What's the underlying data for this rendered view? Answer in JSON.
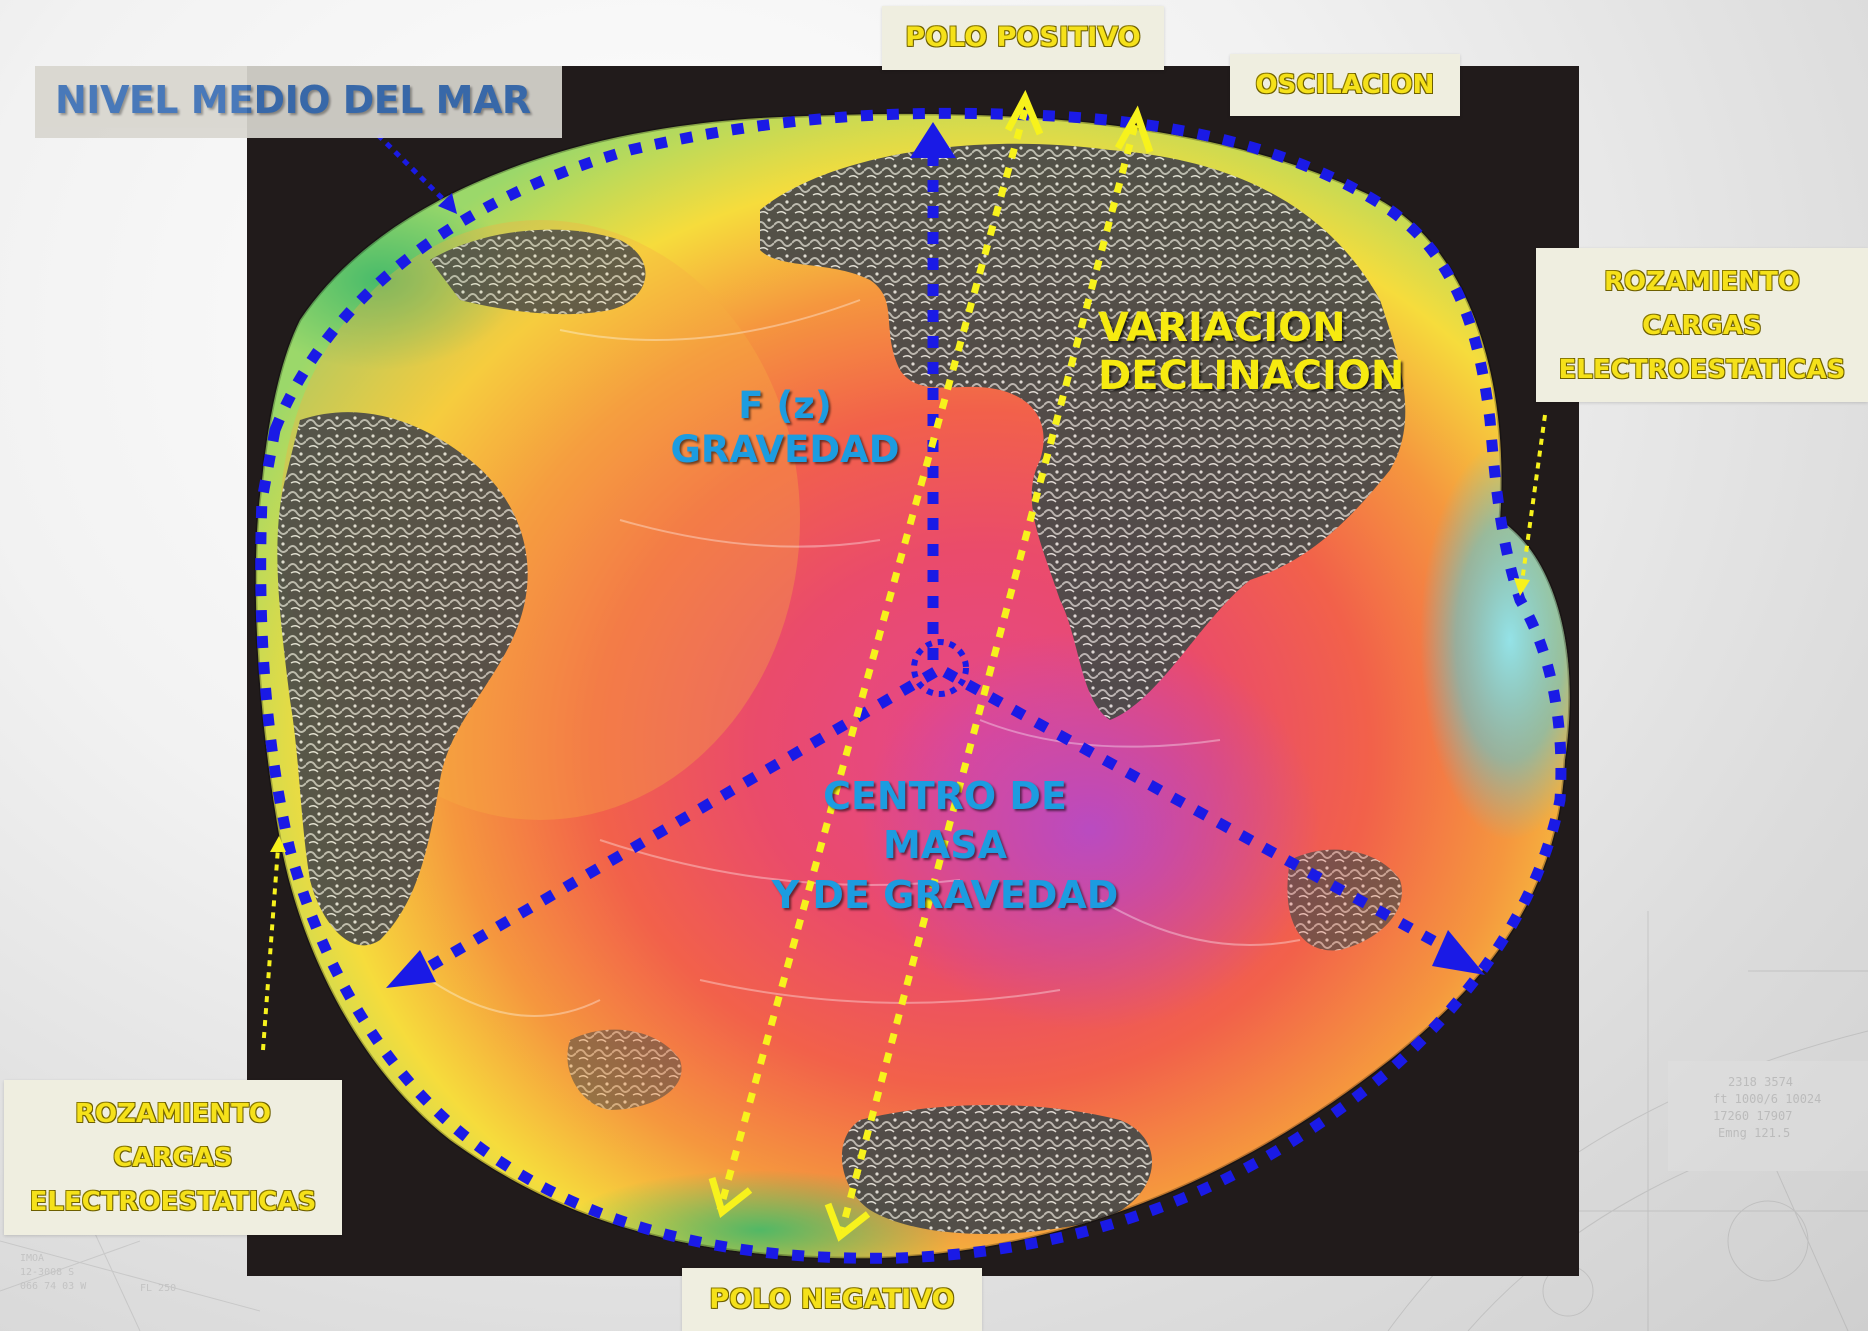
{
  "labels": {
    "polo_positivo": "POLO POSITIVO",
    "oscilacion": "OSCILACION",
    "nivel_medio": "NIVEL MEDIO DEL MAR",
    "rozamiento_right": [
      "ROZAMIENTO",
      "CARGAS",
      "ELECTROESTATICAS"
    ],
    "rozamiento_left": [
      "ROZAMIENTO",
      "CARGAS",
      "ELECTROESTATICAS"
    ],
    "variacion": [
      "VARIACION",
      "DECLINACION"
    ],
    "gravedad": [
      "F (z)",
      "GRAVEDAD"
    ],
    "centro": [
      "CENTRO DE",
      "MASA",
      "Y DE GRAVEDAD"
    ],
    "polo_negativo": "POLO NEGATIVO"
  },
  "colors": {
    "blue_dots": "#1a1ae6",
    "yellow_dots": "#f7f21c",
    "label_box": "#efeee0",
    "label_text": "#f5e11a",
    "title_blue": "#3b6fb5",
    "overlay_blue": "#1c9ce0"
  }
}
